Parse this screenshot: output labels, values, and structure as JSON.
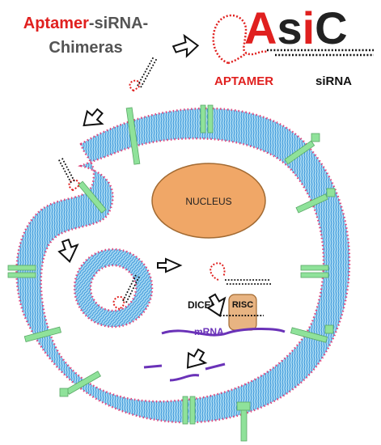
{
  "title": {
    "aptamer_word": "Aptamer",
    "rest_line1": "-siRNA-",
    "line2": "Chimeras"
  },
  "logo": {
    "a": "A",
    "s": "s",
    "i": "i",
    "c": "C"
  },
  "legend": {
    "aptamer": "APTAMER",
    "sirna": "siRNA"
  },
  "labels": {
    "nucleus": "NUCLEUS",
    "dicer": "DICER",
    "risc": "RISC",
    "mrna": "mRNA"
  },
  "colors": {
    "membrane_fill": "#9fd3ee",
    "membrane_lipid": "#2f8fd8",
    "head_dots": "#e0457b",
    "receptor": "#8fe29a",
    "nucleus": "#f0a767",
    "risc": "#e8b482",
    "mrna": "#6a32b8",
    "aptamer_red": "#e0201f"
  }
}
